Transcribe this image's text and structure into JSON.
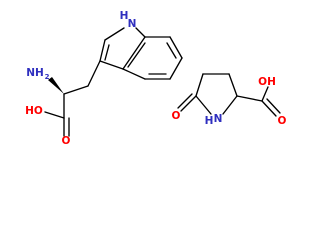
{
  "colors": {
    "background": "#ffffff",
    "bond": "#000000",
    "carbon": "#000000",
    "nitrogen": "#2f2fbf",
    "oxygen": "#ff0000"
  },
  "tryptophan": {
    "indole_nh": "H",
    "indole_n": "N",
    "amino_group": "NH",
    "amino_subscript": "2",
    "acid_hydroxyl": "HO",
    "acid_carbonyl": "O"
  },
  "pyroglutamic_acid": {
    "lactam_oxygen": "O",
    "lactam_hydrogen": "H",
    "ring_nitrogen": "N",
    "acid_hydroxyl": "OH",
    "acid_carbonyl": "O"
  }
}
